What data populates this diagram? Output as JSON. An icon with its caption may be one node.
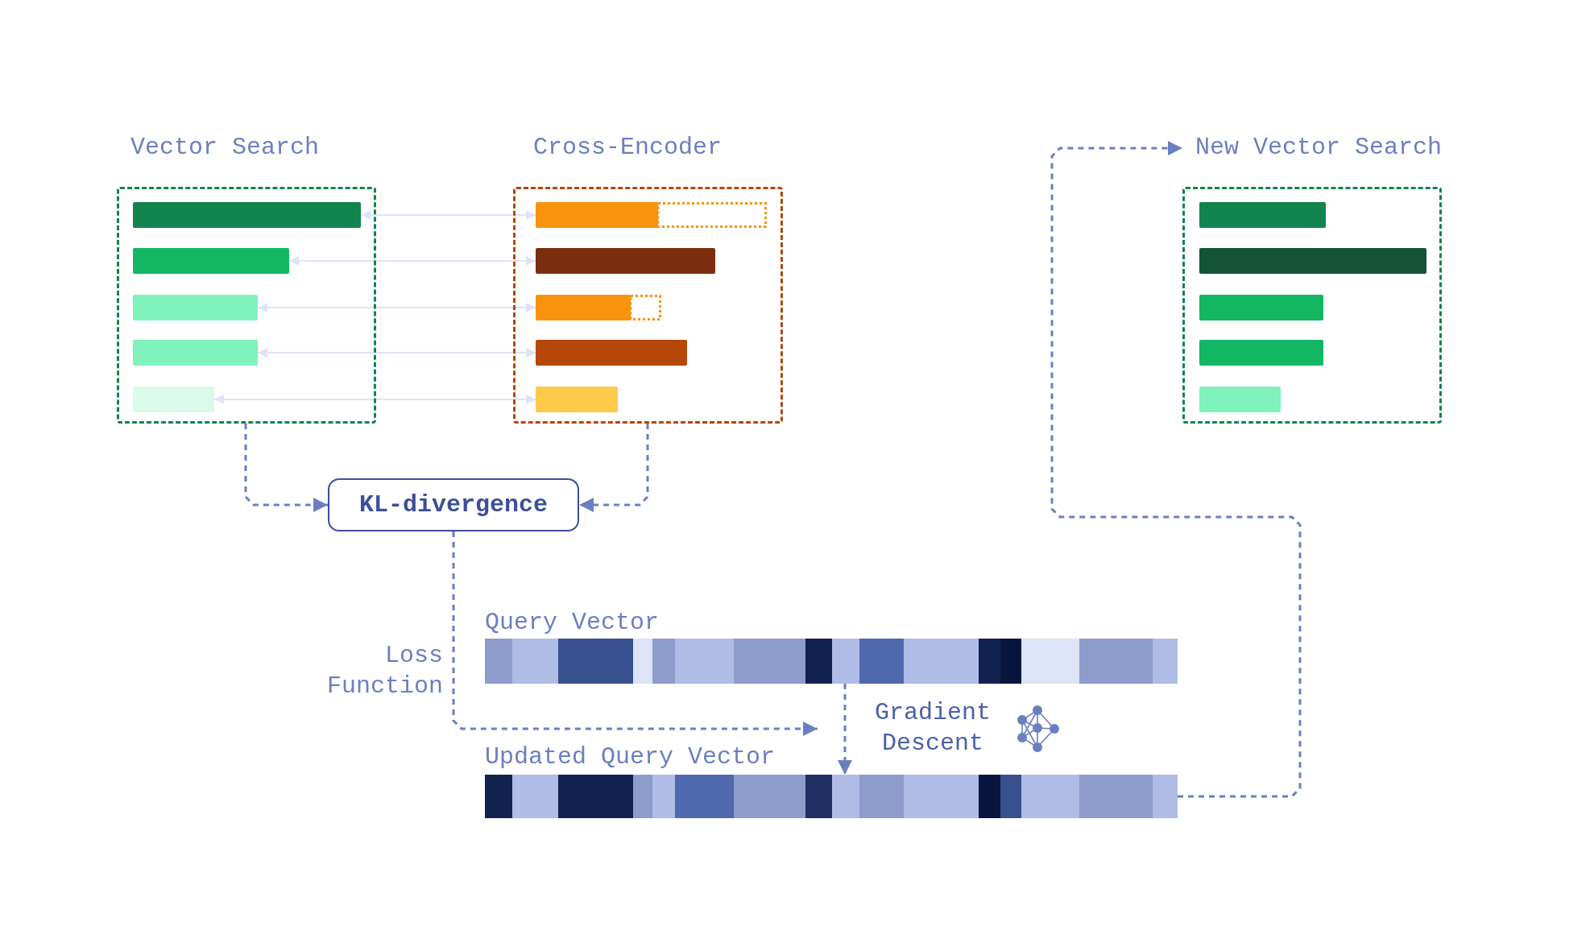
{
  "diagram": {
    "nodes": [
      {
        "text": [
          "Vector Search"
        ]
      },
      {
        "text": [],
        "shape": "bar",
        "in": 0
      },
      {
        "text": [],
        "shape": "bar",
        "in": 0
      },
      {
        "text": [],
        "shape": "bar",
        "in": 0
      },
      {
        "text": [],
        "shape": "bar",
        "in": 0
      },
      {
        "text": [],
        "shape": "bar",
        "in": 0
      },
      {
        "text": [
          "Cross-Encoder"
        ]
      },
      {
        "text": [],
        "shape": "bar",
        "in": 6
      },
      {
        "text": [],
        "shape": "bar",
        "in": 6
      },
      {
        "text": [],
        "shape": "bar",
        "in": 6
      },
      {
        "text": [],
        "shape": "bar",
        "in": 6
      },
      {
        "text": [],
        "shape": "bar",
        "in": 6
      },
      {
        "text": [
          "New Vector Search"
        ]
      },
      {
        "text": [],
        "shape": "bar",
        "in": 12
      },
      {
        "text": [],
        "shape": "bar",
        "in": 12
      },
      {
        "text": [],
        "shape": "bar",
        "in": 12
      },
      {
        "text": [],
        "shape": "bar",
        "in": 12
      },
      {
        "text": [],
        "shape": "bar",
        "in": 12
      },
      {
        "text": [
          "KL-divergence"
        ]
      },
      {
        "text": [
          "Query Vector"
        ]
      },
      {
        "text": [
          "Updated Query Vector"
        ]
      }
    ],
    "edges": [
      {
        "from": 7,
        "to": 1,
        "arrow": "both"
      },
      {
        "from": 8,
        "to": 2,
        "arrow": "both"
      },
      {
        "from": 9,
        "to": 3,
        "arrow": "both"
      },
      {
        "from": 10,
        "to": 4,
        "arrow": "both"
      },
      {
        "from": 11,
        "to": 5,
        "arrow": "both"
      },
      {
        "from": 0,
        "to": 18,
        "arrow": "to",
        "style": "dashed",
        "color": "#6b7fc0"
      },
      {
        "from": 6,
        "to": 18,
        "arrow": "to",
        "style": "dashed",
        "color": "#6b7fc0"
      },
      {
        "from": 18,
        "to": 20,
        "arrow": "to",
        "style": "dashed",
        "color": "#6b7fc0",
        "label": "Loss Function"
      },
      {
        "from": 19,
        "to": 20,
        "arrow": "to",
        "style": "dashed",
        "color": "#6b7fc0",
        "label": "Gradient Descent"
      },
      {
        "from": 20,
        "to": 12,
        "arrow": "to",
        "style": "dashed",
        "color": "#6b7fc0"
      }
    ]
  }
}
